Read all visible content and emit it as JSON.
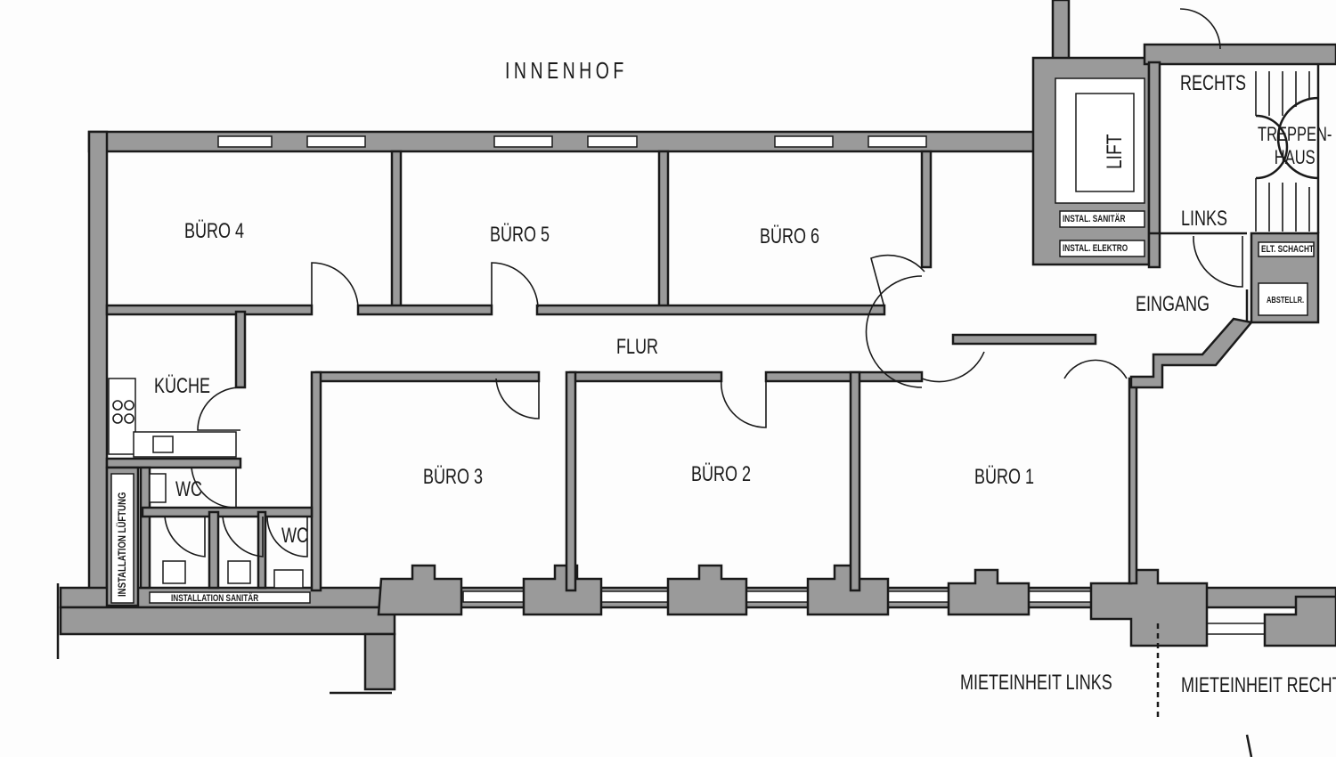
{
  "labels": {
    "courtyard": "INNENHOF",
    "office4": "BÜRO 4",
    "office5": "BÜRO 5",
    "office6": "BÜRO 6",
    "office3": "BÜRO 3",
    "office2": "BÜRO 2",
    "office1": "BÜRO 1",
    "kitchen": "KÜCHE",
    "corridor": "FLUR",
    "wc1": "WC",
    "wc2": "WC",
    "lift": "LIFT",
    "right": "RECHTS",
    "left": "LINKS",
    "stairwell": "TREPPEN-\nHAUS",
    "entrance": "EINGANG",
    "install_sanitary_small": "INSTAL. SANITÄR",
    "install_electric": "INSTAL. ELEKTRO",
    "electric_shaft": "ELT. SCHACHT",
    "storage": "ABSTELLR.",
    "install_ventilation": "INSTALLATION LÜFTUNG",
    "install_sanitary": "INSTALLATION SANITÄR",
    "unit_left": "MIETEINHEIT LINKS",
    "unit_right": "MIETEINHEIT RECHTS"
  }
}
